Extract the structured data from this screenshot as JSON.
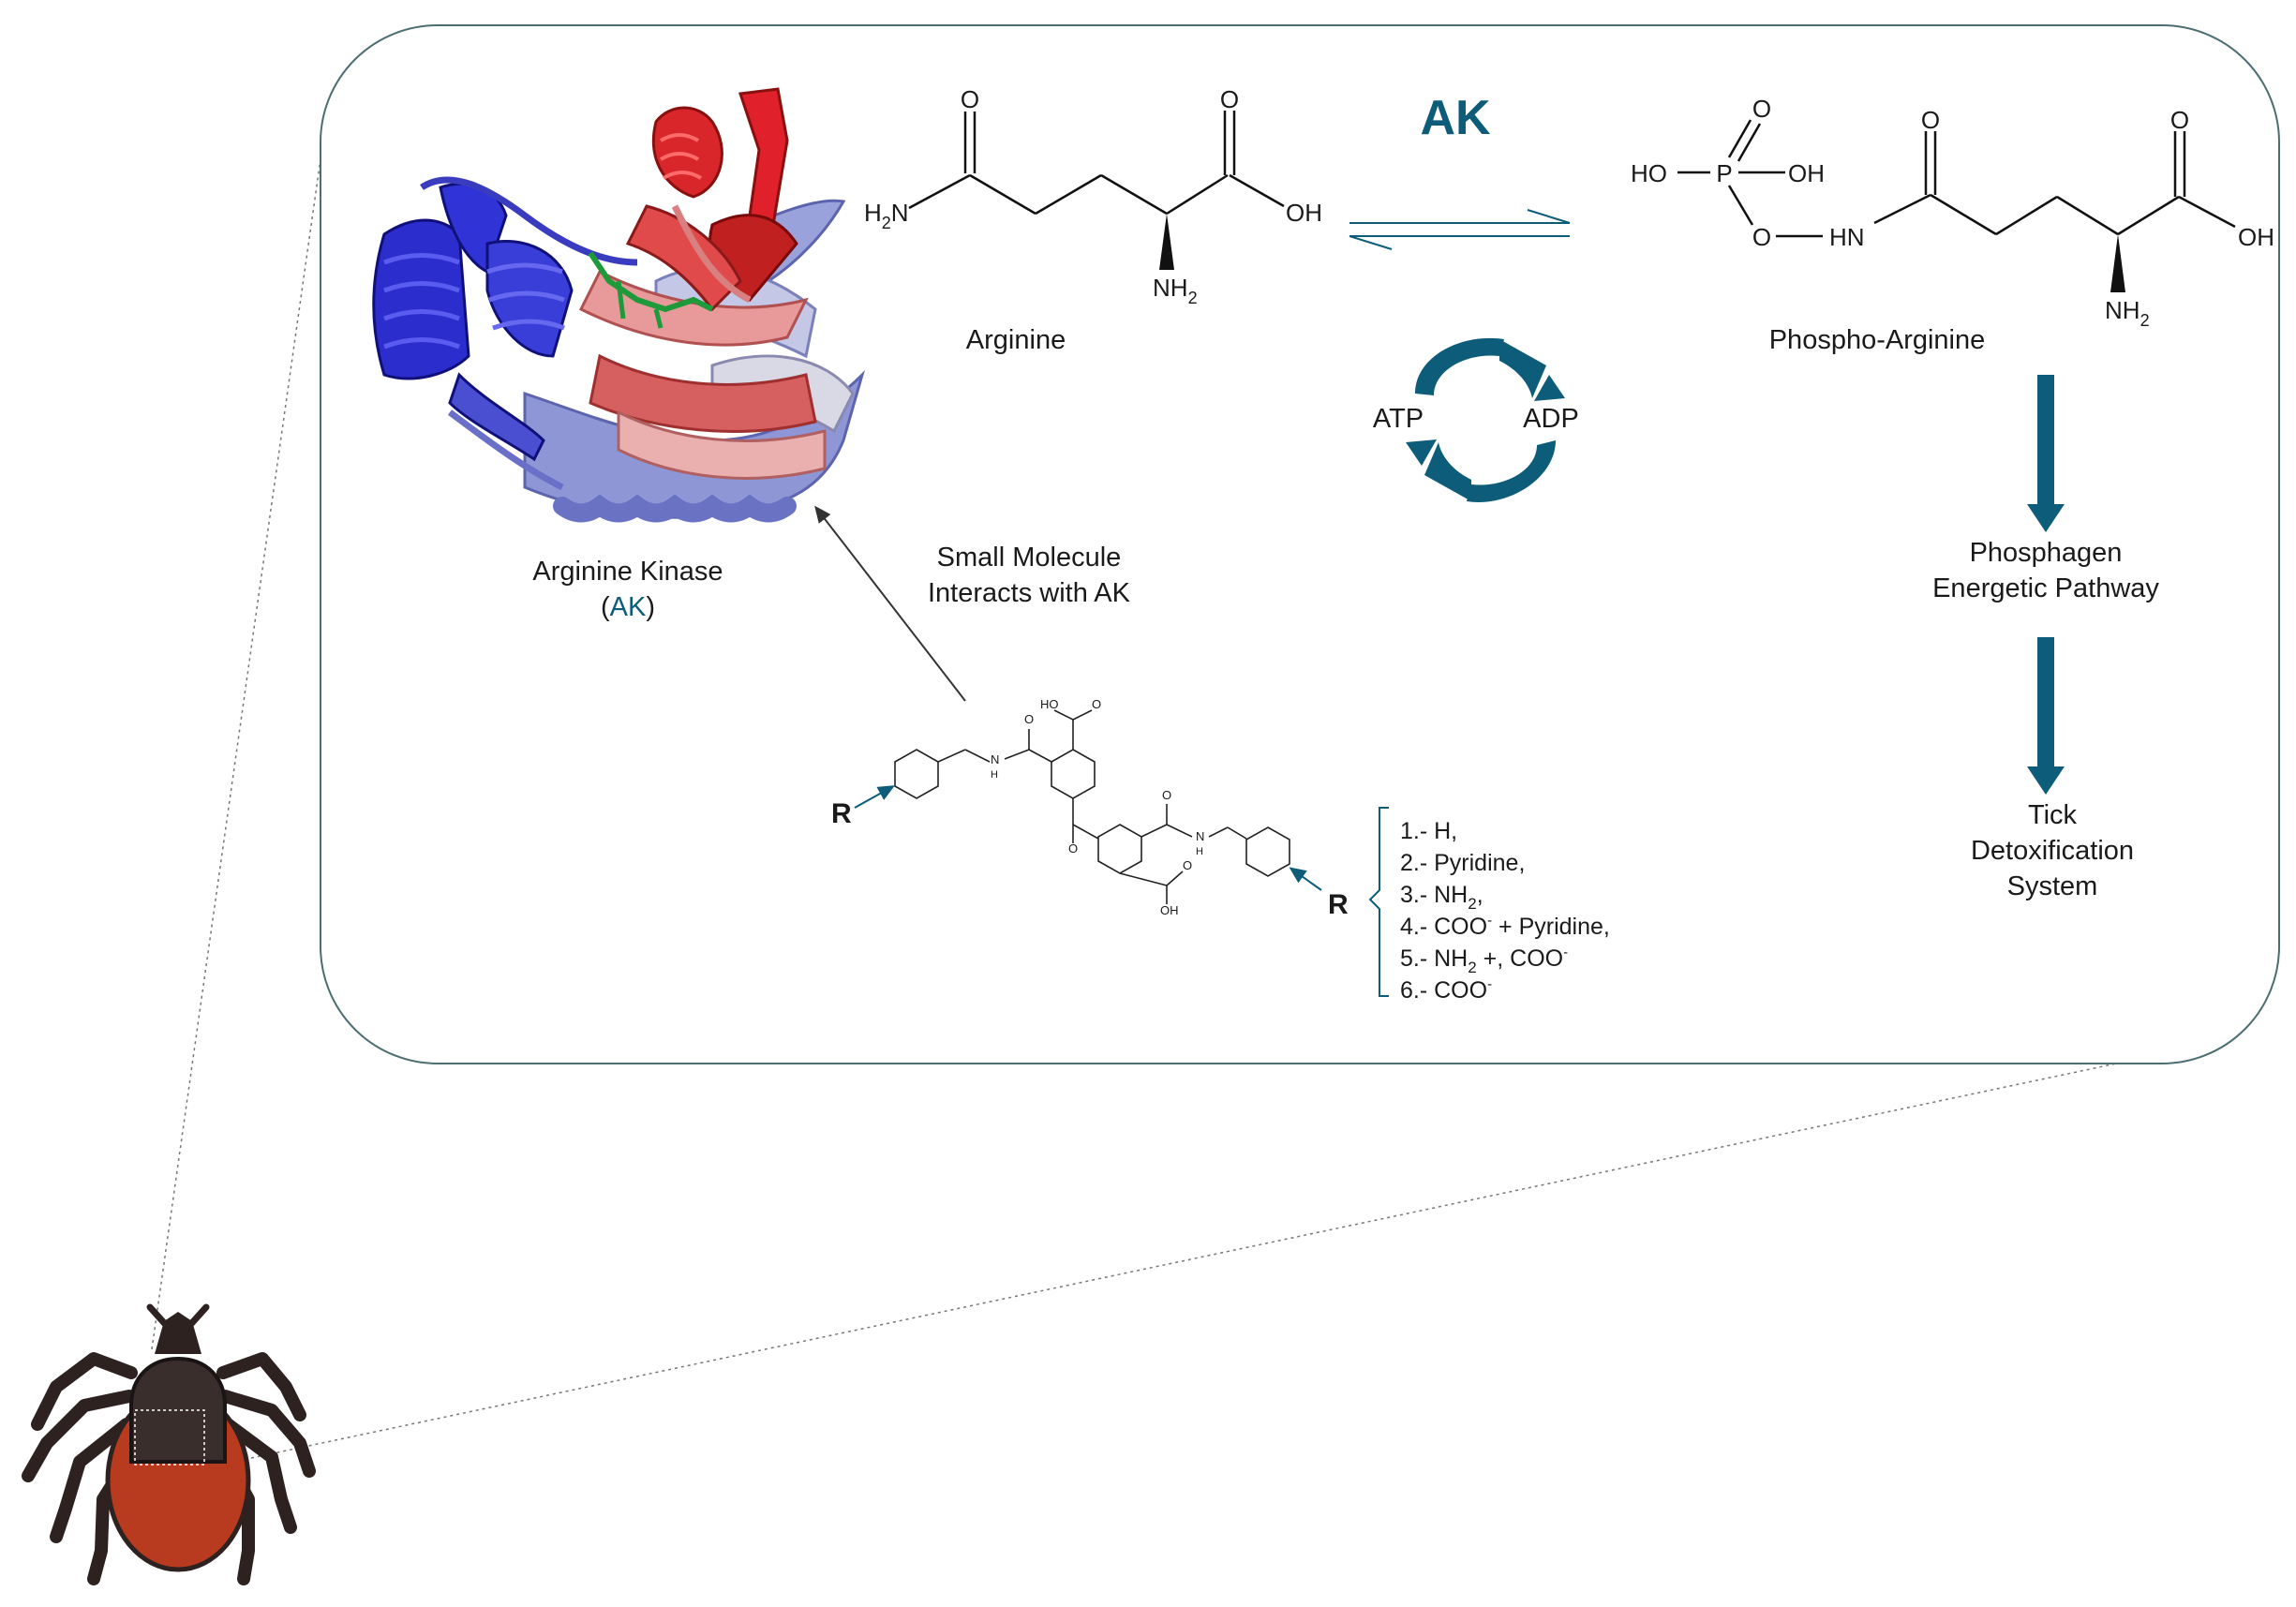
{
  "colors": {
    "teal": "#0c5c7a",
    "frame": "#4c6e72",
    "tick_body": "#b83a1f",
    "tick_dark": "#2e2220",
    "protein_blue": "#2b2ecc",
    "protein_red": "#d8262a",
    "protein_lavender": "#8e96d6"
  },
  "icons": [
    "protein-structure-icon",
    "tick-icon",
    "cycle-arrows-icon"
  ],
  "protein": {
    "name": "Arginine Kinase",
    "abbr_open": "(",
    "abbr": "AK",
    "abbr_close": ")"
  },
  "enzyme_label": "AK",
  "substrate": {
    "name": "Arginine",
    "atoms": {
      "o1": "O",
      "o2": "O",
      "amide": "H",
      "amide_n": "N",
      "amide_sub": "2",
      "oh": "OH",
      "nh": "NH",
      "nh_sub": "2"
    }
  },
  "product": {
    "name": "Phospho-Arginine",
    "atoms": {
      "o_top": "O",
      "ho": "HO",
      "p": "P",
      "oh1": "OH",
      "o_bridge": "O",
      "hn": "HN",
      "o_carbonyl": "O",
      "o_acid": "O",
      "oh2": "OH",
      "nh": "NH",
      "nh_sub": "2"
    }
  },
  "cofactors": {
    "atp": "ATP",
    "adp": "ADP"
  },
  "small_molecule": {
    "line1": "Small Molecule",
    "line2": "Interacts with AK",
    "r_label": "R",
    "atoms": {
      "ho": "HO",
      "o_a": "O",
      "o_b": "O",
      "nh1": "N",
      "h1": "H",
      "o_keto": "O",
      "o_c": "O",
      "nh2": "N",
      "h2": "H",
      "o_d": "O",
      "oh": "OH"
    }
  },
  "substituents": [
    {
      "prefix": "1.- H,"
    },
    {
      "prefix": "2.- Pyridine,"
    },
    {
      "prefix": "3.- NH",
      "sub": "2",
      "suffix": ","
    },
    {
      "prefix": "4.- COO",
      "sup": "-",
      "suffix": " + Pyridine,"
    },
    {
      "prefix": "5.- NH",
      "sub": "2",
      "suffix": " +, COO",
      "sup": "-"
    },
    {
      "prefix": "6.- COO",
      "sup": "-"
    }
  ],
  "pathway": {
    "step1_line1": "Phosphagen",
    "step1_line2": "Energetic Pathway",
    "step2_line1": "Tick",
    "step2_line2": "Detoxification",
    "step2_line3": "System"
  }
}
